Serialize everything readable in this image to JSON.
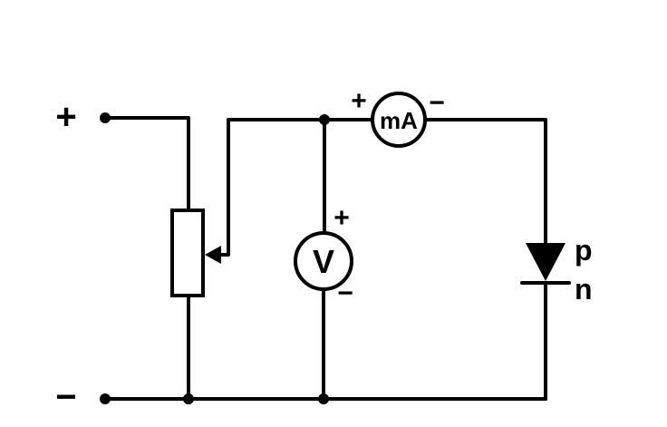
{
  "diagram": {
    "input_terminal_plus": "+",
    "input_terminal_minus": "−",
    "voltmeter_symbol": "V",
    "voltmeter_plus": "+",
    "voltmeter_minus": "−",
    "ammeter_symbol": "mA",
    "ammeter_plus": "+",
    "ammeter_minus": "−",
    "diode_p_label": "p",
    "diode_n_label": "n"
  }
}
